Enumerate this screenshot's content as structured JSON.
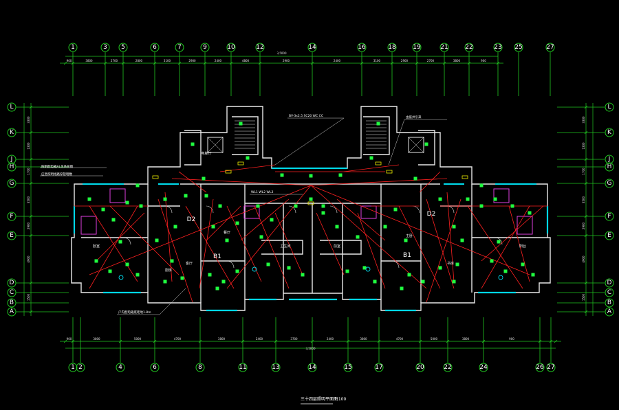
{
  "drawing": {
    "title": "三十四层照明平面图",
    "scale": "1:100",
    "colors": {
      "background": "#000000",
      "grid": "#21c821",
      "wall": "#e8e8e8",
      "wiring": "#ff2020",
      "fixture": "#20ff40",
      "cyan": "#00d8e8",
      "magenta": "#e040e0",
      "yellow": "#f0f000",
      "dim": "#d0d0d0"
    }
  },
  "grid": {
    "top_axes": [
      "1",
      "3",
      "5",
      "6",
      "7",
      "9",
      "10",
      "12",
      "14",
      "16",
      "18",
      "19",
      "21",
      "22",
      "23",
      "25",
      "27"
    ],
    "bottom_axes": [
      "1",
      "2",
      "4",
      "6",
      "8",
      "11",
      "13",
      "14",
      "15",
      "17",
      "20",
      "22",
      "24",
      "26",
      "27"
    ],
    "row_axes": [
      "L",
      "K",
      "J",
      "H",
      "G",
      "F",
      "E",
      "D",
      "C",
      "B",
      "A"
    ]
  },
  "dimensions": {
    "top_segments": [
      "900",
      "3800",
      "2700",
      "2800",
      "3100",
      "2900",
      "2400",
      "4800",
      "2900",
      "2400",
      "3100",
      "2900",
      "2700",
      "3800",
      "900"
    ],
    "top_total": "3,5000",
    "bottom_segments": [
      "900",
      "3800",
      "5000",
      "4700",
      "3800",
      "2400",
      "3700",
      "2400",
      "3800",
      "4700",
      "5000",
      "3800",
      "900"
    ],
    "bottom_total": "3,5000",
    "left_segments": [
      "3300",
      "1300",
      "1700",
      "3500",
      "2900",
      "4900",
      "1500"
    ]
  },
  "rooms": {
    "unit_a": "D2",
    "unit_b": "B1",
    "unit_c": "B1",
    "unit_d": "D2",
    "labels": [
      "卧室",
      "厨房",
      "客厅",
      "餐厅",
      "主卧",
      "书房",
      "阳台",
      "卫生间",
      "前室",
      "电梯厅"
    ]
  },
  "annotations": [
    {
      "text": "照明配电箱AL见系统图"
    },
    {
      "text": "应急照明线路穿管暗敷"
    },
    {
      "text": "BV-3x2.5 SC20 WC CC"
    },
    {
      "text": "由竖井引来"
    },
    {
      "text": "户内配电箱底距地1.8m"
    },
    {
      "text": "WL1 WL2 WL3"
    }
  ]
}
